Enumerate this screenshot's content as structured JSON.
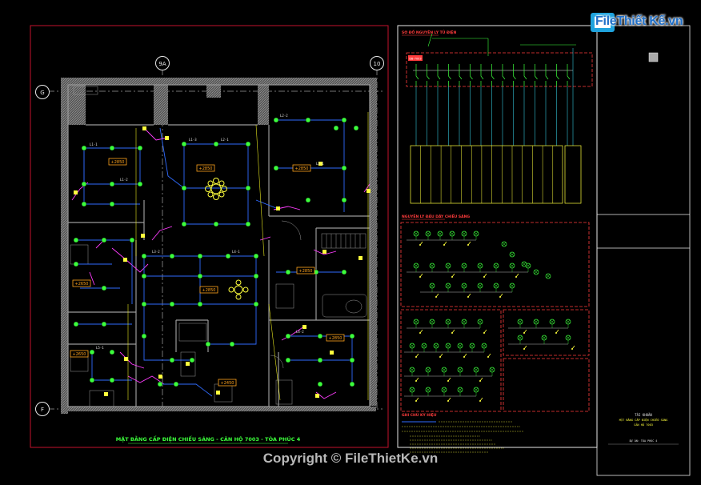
{
  "watermark": {
    "logo_text": "FileThiết Kế.vn",
    "copyright": "Copyright © FileThietKe.vn"
  },
  "grid_bubbles": {
    "top_left": "9A",
    "top_right": "10",
    "left_top": "G",
    "left_bottom": "F"
  },
  "plan": {
    "title": "MẶT BẰNG CẤP ĐIỆN CHIẾU SÁNG - CĂN HỘ 7003 - TÒA PHÚC 4",
    "room_tags": [
      "+2850",
      "+2850",
      "+2850",
      "+2650",
      "+2850",
      "+2450",
      "+2850",
      "+2650",
      "+2850"
    ],
    "circuit_tags": [
      "L1-1",
      "L1-2",
      "L1-3",
      "L2-1",
      "L2-2",
      "L3-1",
      "L3-2",
      "L4-1",
      "L4-2",
      "L5-1"
    ]
  },
  "schematic": {
    "title": "SƠ ĐỒ NGUYÊN LÝ TỦ ĐIỆN",
    "wiring_title": "NGUYÊN LÝ ĐẤU DÂY CHIẾU SÁNG",
    "notes_title": "GHI CHÚ KÝ HIỆU",
    "panel_label": "DB-7003"
  },
  "title_block": {
    "line1": "TÀI KHOẢN",
    "line2": "MẶT BẰNG CẤP ĐIỆN CHIẾU SÁNG",
    "line3": "CĂN HỘ 7003",
    "line4": "DỰ ÁN: TÒA PHÚC 4"
  },
  "colors": {
    "wall": "#9a9a9a",
    "wire_blue": "#2f6bff",
    "wire_magenta": "#ff3cff",
    "fixture_yellow": "#ffff3c",
    "fixture_green": "#3cff3c",
    "frame_red": "#c4122d",
    "cyan": "#3ce8ff"
  }
}
